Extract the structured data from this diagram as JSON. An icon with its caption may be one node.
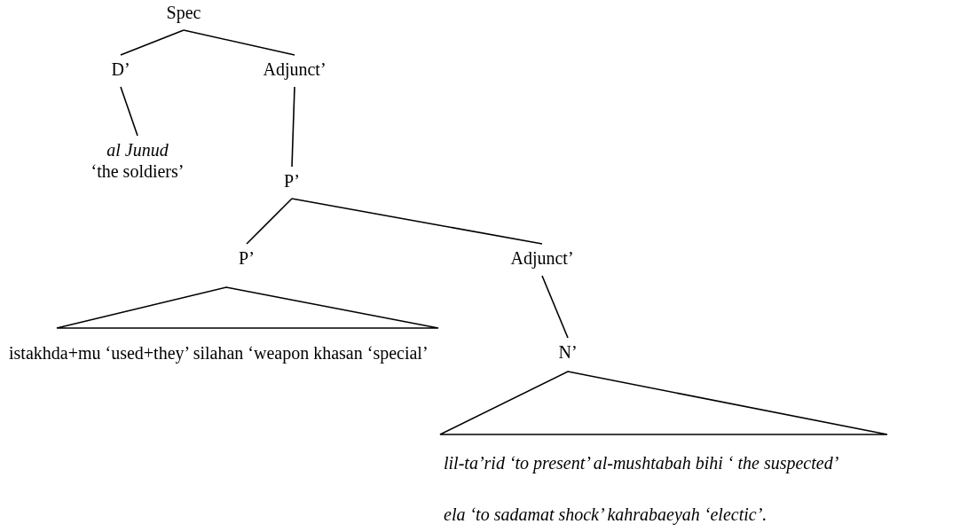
{
  "diagram": {
    "nodes": [
      {
        "text": [
          "Spec"
        ]
      },
      {
        "text": [
          "D’"
        ]
      },
      {
        "text": [
          "Adjunct’"
        ]
      },
      {
        "text": [
          "al Junud",
          "‘the soldiers’"
        ]
      },
      {
        "text": [
          "P’"
        ]
      },
      {
        "text": [
          "P’"
        ]
      },
      {
        "text": [
          "Adjunct’"
        ]
      },
      {
        "text": [],
        "shape": "triangle",
        "beside": [
          "istakhda+mu ‘used+they’ silahan ‘weapon khasan ‘special’"
        ]
      },
      {
        "text": [
          "N’"
        ]
      },
      {
        "text": [],
        "shape": "triangle",
        "beside": [
          "lil-ta’rid ‘to present’ al-mushtabah bihi ‘ the suspected’",
          "ela ‘to sadamat shock’ kahrabaeyah ‘electic’."
        ]
      }
    ],
    "edges": [
      {
        "from": 0,
        "to": 1,
        "arrow": "none"
      },
      {
        "from": 0,
        "to": 2,
        "arrow": "none"
      },
      {
        "from": 1,
        "to": 3,
        "arrow": "none"
      },
      {
        "from": 2,
        "to": 4,
        "arrow": "none"
      },
      {
        "from": 4,
        "to": 5,
        "arrow": "none"
      },
      {
        "from": 4,
        "to": 6,
        "arrow": "none"
      },
      {
        "from": 6,
        "to": 8,
        "arrow": "none"
      }
    ]
  }
}
